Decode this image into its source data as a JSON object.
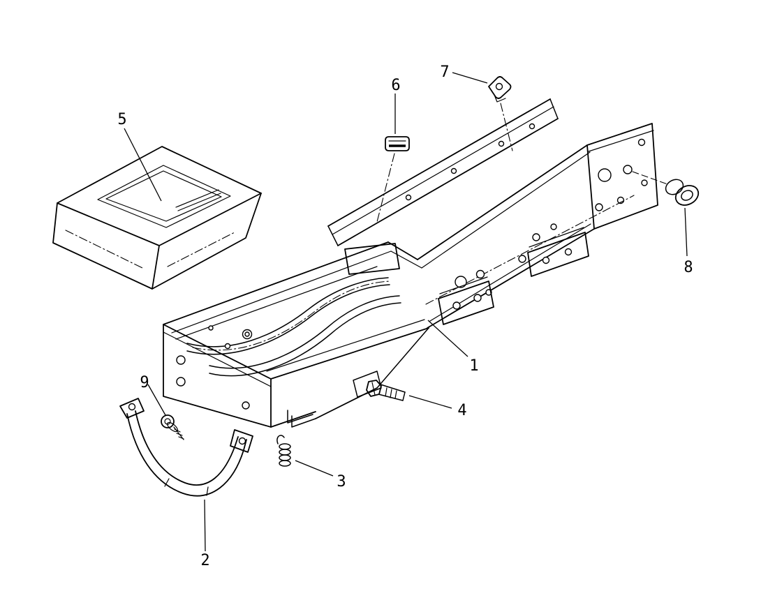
{
  "figure": {
    "type": "exploded-parts-diagram",
    "background_color": "#ffffff",
    "line_color": "#000000",
    "callouts": [
      {
        "label": "1"
      },
      {
        "label": "2"
      },
      {
        "label": "3"
      },
      {
        "label": "4"
      },
      {
        "label": "5"
      },
      {
        "label": "6"
      },
      {
        "label": "7"
      },
      {
        "label": "8"
      },
      {
        "label": "9"
      }
    ]
  }
}
